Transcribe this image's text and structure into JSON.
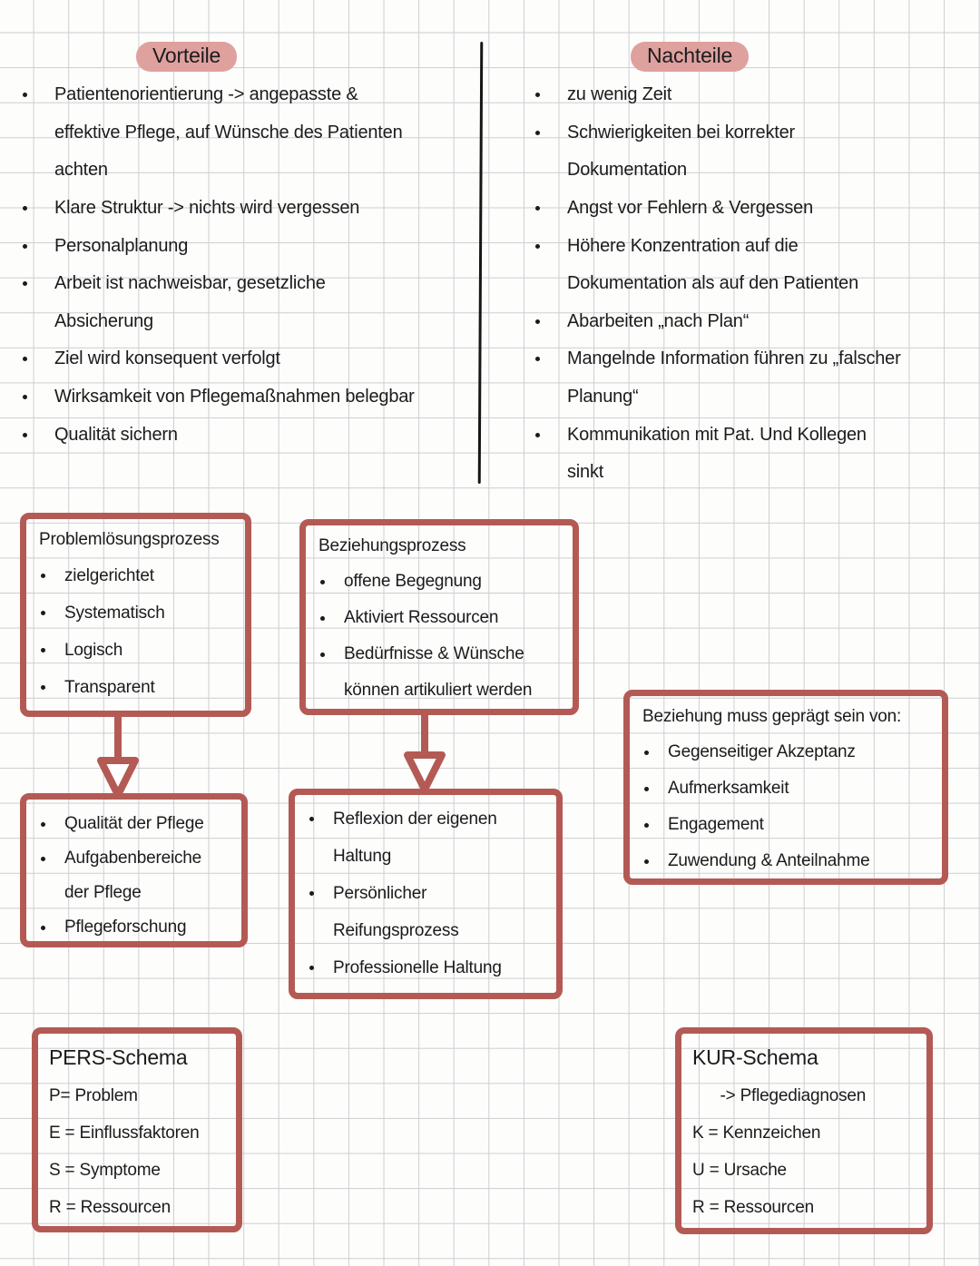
{
  "theme": {
    "accent": "#b45a55",
    "highlight": "#dfa19e",
    "ink": "#1b1b1d",
    "grid": "#cdced2",
    "paper": "#fdfdfc",
    "divider": "#161616"
  },
  "columns": {
    "vorteile": {
      "title": "Vorteile",
      "items": [
        {
          "bullet": true,
          "text": "Patientenorientierung -> angepasste &"
        },
        {
          "bullet": false,
          "text": "effektive Pflege, auf Wünsche des Patienten"
        },
        {
          "bullet": false,
          "text": "achten"
        },
        {
          "bullet": true,
          "text": "Klare Struktur -> nichts wird vergessen"
        },
        {
          "bullet": true,
          "text": "Personalplanung"
        },
        {
          "bullet": true,
          "text": "Arbeit ist nachweisbar, gesetzliche"
        },
        {
          "bullet": false,
          "text": "Absicherung"
        },
        {
          "bullet": true,
          "text": "Ziel wird konsequent verfolgt"
        },
        {
          "bullet": true,
          "text": "Wirksamkeit von Pflegemaßnahmen belegbar"
        },
        {
          "bullet": true,
          "text": "Qualität sichern"
        }
      ]
    },
    "nachteile": {
      "title": "Nachteile",
      "items": [
        {
          "bullet": true,
          "text": "zu wenig Zeit"
        },
        {
          "bullet": true,
          "text": "Schwierigkeiten bei korrekter"
        },
        {
          "bullet": false,
          "text": "Dokumentation"
        },
        {
          "bullet": true,
          "text": "Angst vor Fehlern & Vergessen"
        },
        {
          "bullet": true,
          "text": "Höhere Konzentration auf die"
        },
        {
          "bullet": false,
          "text": "Dokumentation als auf den Patienten"
        },
        {
          "bullet": true,
          "text": "Abarbeiten „nach Plan“"
        },
        {
          "bullet": true,
          "text": "Mangelnde Information führen zu „falscher"
        },
        {
          "bullet": false,
          "text": "Planung“"
        },
        {
          "bullet": true,
          "text": "Kommunikation mit Pat. Und Kollegen"
        },
        {
          "bullet": false,
          "text": "sinkt"
        }
      ]
    }
  },
  "boxes": {
    "problemloesung": {
      "title": "Problemlösungsprozess",
      "items": [
        {
          "bullet": true,
          "text": "zielgerichtet"
        },
        {
          "bullet": true,
          "text": "Systematisch"
        },
        {
          "bullet": true,
          "text": "Logisch"
        },
        {
          "bullet": true,
          "text": "Transparent"
        }
      ]
    },
    "beziehungsprozess": {
      "title": "Beziehungsprozess",
      "items": [
        {
          "bullet": true,
          "text": "offene Begegnung"
        },
        {
          "bullet": true,
          "text": "Aktiviert Ressourcen"
        },
        {
          "bullet": true,
          "text": "Bedürfnisse & Wünsche"
        },
        {
          "bullet": false,
          "text": "können artikuliert werden"
        }
      ]
    },
    "beziehung_gepraegt": {
      "title": "Beziehung muss geprägt sein von:",
      "items": [
        {
          "bullet": true,
          "text": "Gegenseitiger Akzeptanz"
        },
        {
          "bullet": true,
          "text": "Aufmerksamkeit"
        },
        {
          "bullet": true,
          "text": "Engagement"
        },
        {
          "bullet": true,
          "text": "Zuwendung & Anteilnahme"
        }
      ]
    },
    "qualitaet": {
      "items": [
        {
          "bullet": true,
          "text": "Qualität der Pflege"
        },
        {
          "bullet": true,
          "text": "Aufgabenbereiche"
        },
        {
          "bullet": false,
          "text": "der Pflege"
        },
        {
          "bullet": true,
          "text": "Pflegeforschung"
        }
      ]
    },
    "reflexion": {
      "items": [
        {
          "bullet": true,
          "text": "Reflexion der eigenen"
        },
        {
          "bullet": false,
          "text": "Haltung"
        },
        {
          "bullet": true,
          "text": "Persönlicher"
        },
        {
          "bullet": false,
          "text": "Reifungsprozess"
        },
        {
          "bullet": true,
          "text": "Professionelle Haltung"
        }
      ]
    },
    "pers": {
      "title": "PERS-Schema",
      "items": [
        {
          "text": "P= Problem"
        },
        {
          "text": "E = Einflussfaktoren"
        },
        {
          "text": "S = Symptome"
        },
        {
          "text": "R = Ressourcen"
        }
      ]
    },
    "kur": {
      "title": "KUR-Schema",
      "items": [
        {
          "text": "      -> Pflegediagnosen"
        },
        {
          "text": "K = Kennzeichen"
        },
        {
          "text": "U = Ursache"
        },
        {
          "text": "R = Ressourcen"
        }
      ]
    }
  }
}
